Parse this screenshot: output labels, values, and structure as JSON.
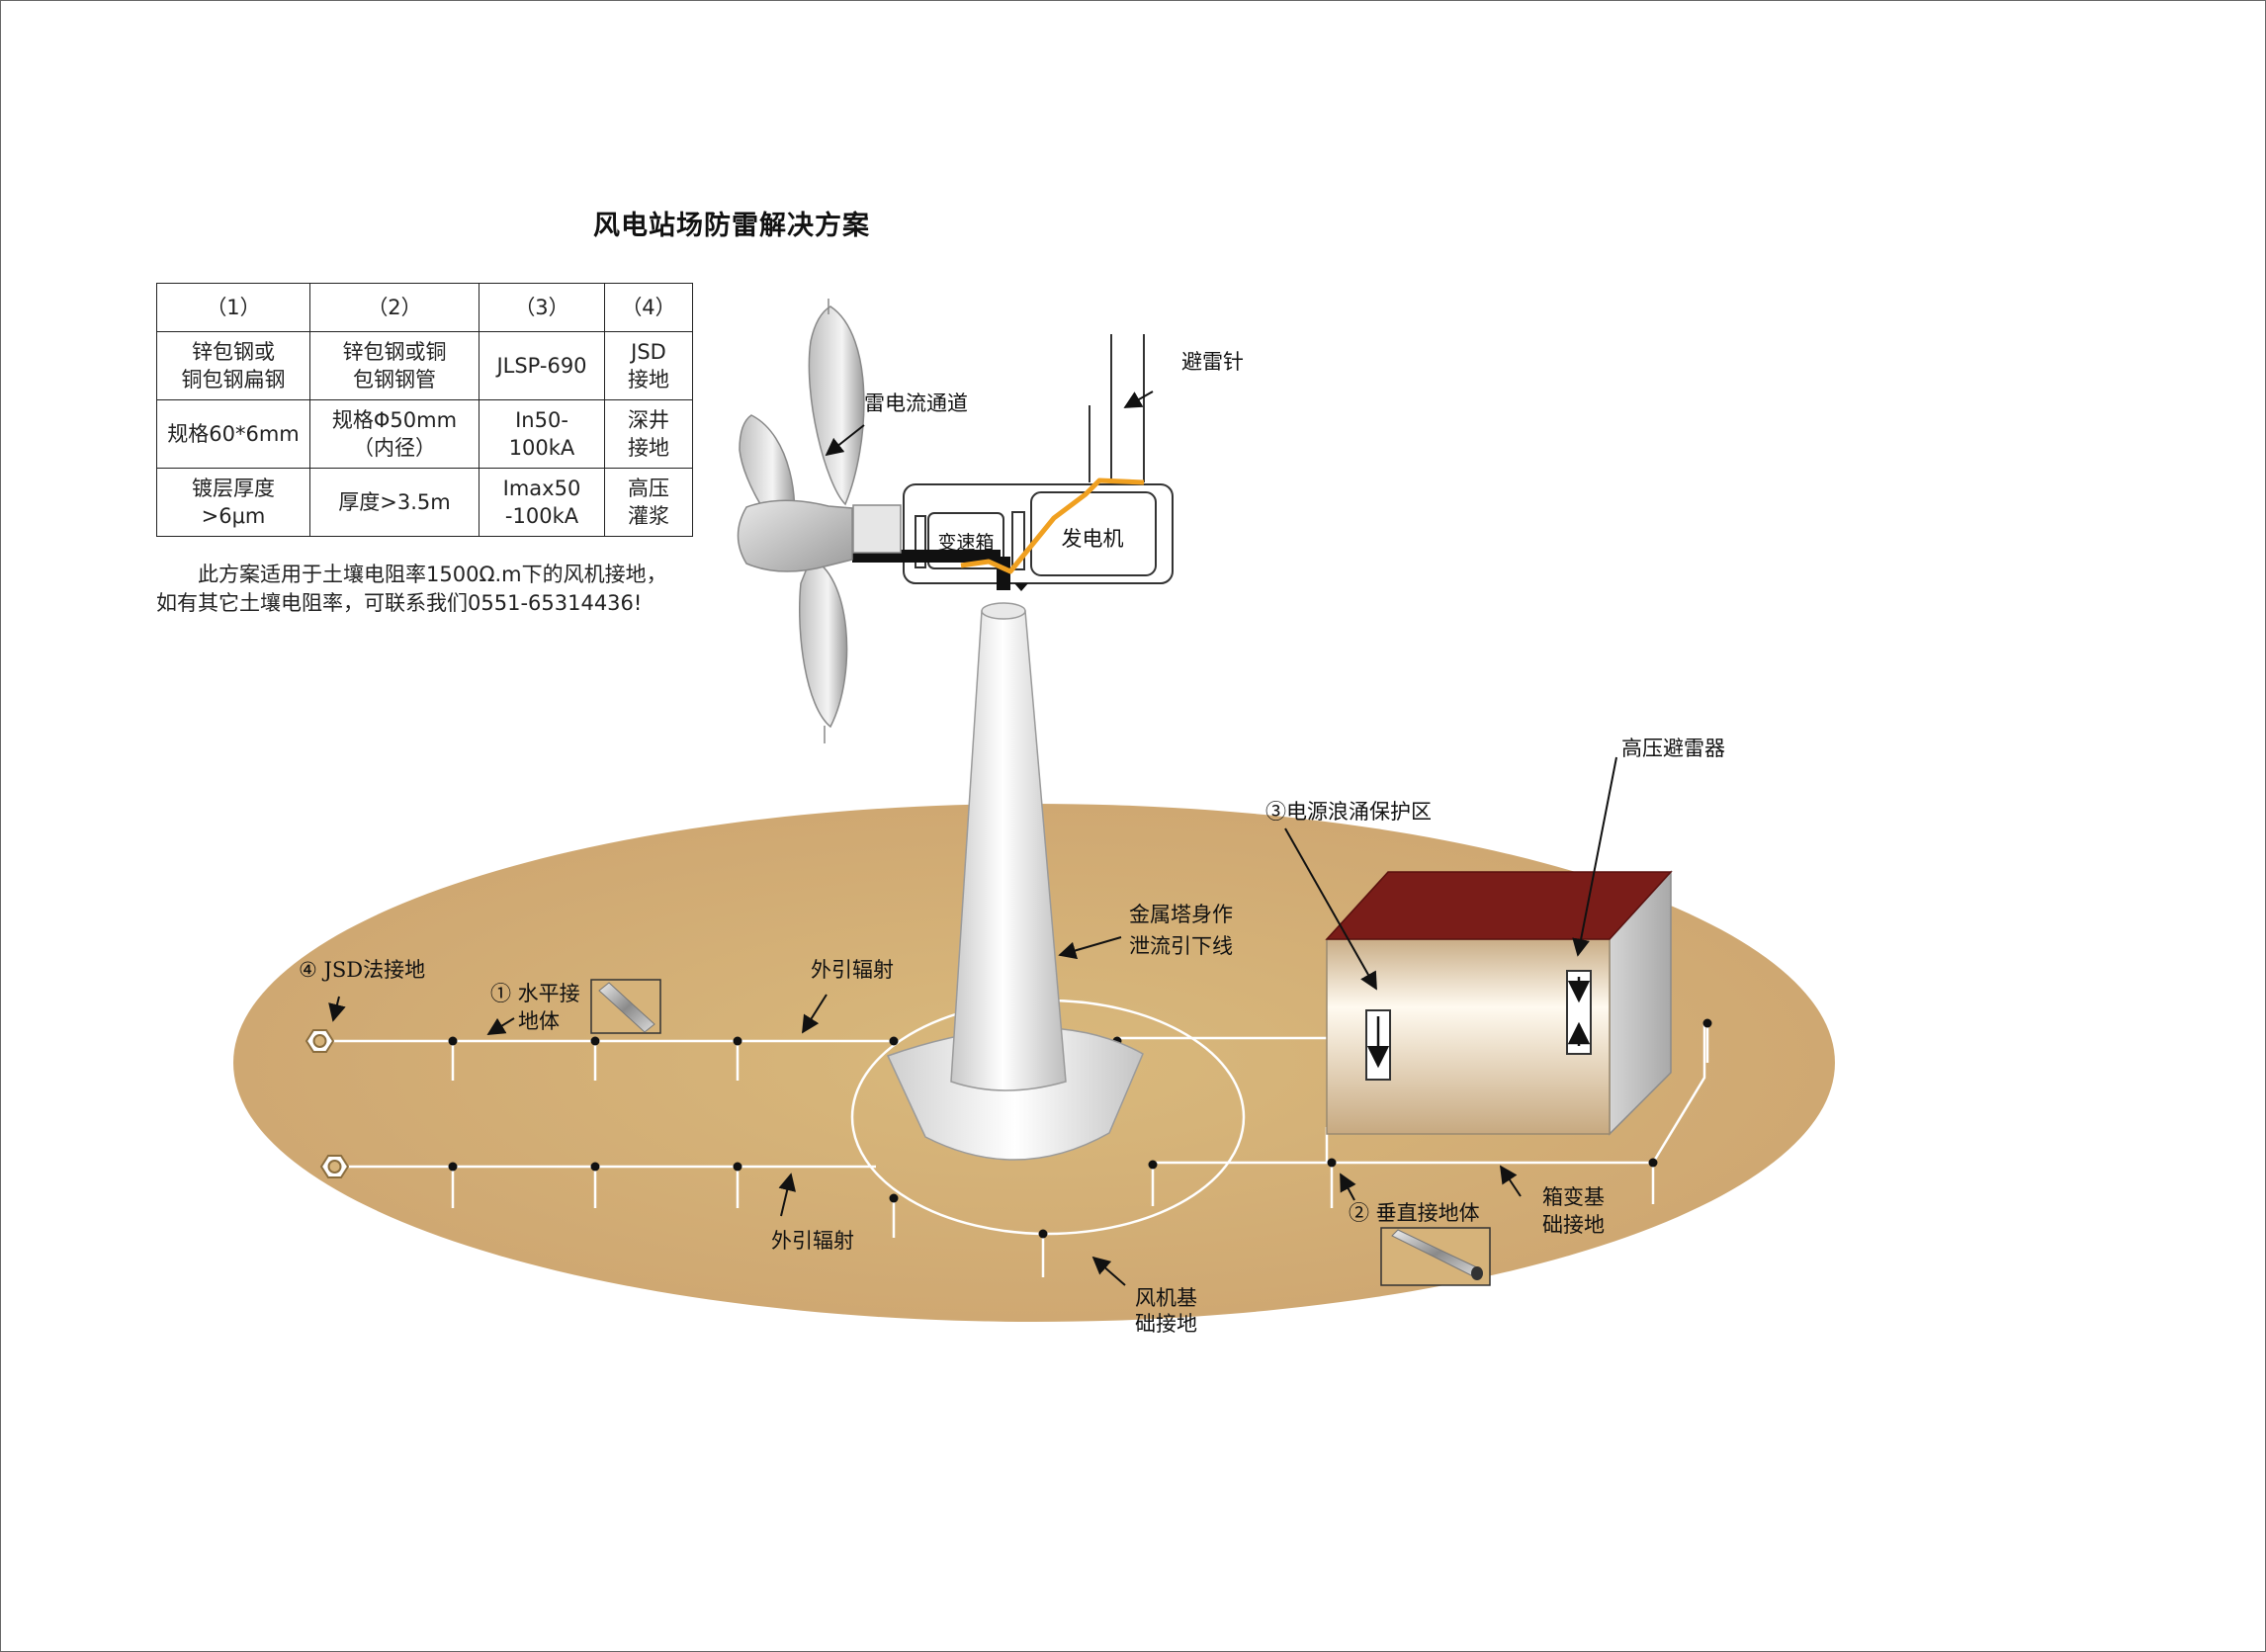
{
  "title": "风电站场防雷解决方案",
  "table": {
    "headers": [
      "（1）",
      "（2）",
      "（3）",
      "（4）"
    ],
    "rows": [
      [
        [
          "锌包钢或",
          "铜包钢扁钢"
        ],
        [
          "锌包钢或铜",
          "包钢钢管"
        ],
        [
          "JLSP-690"
        ],
        [
          "JSD",
          "接地"
        ]
      ],
      [
        [
          "规格60*6mm"
        ],
        [
          "规格Φ50mm",
          "（内径）"
        ],
        [
          "In50-100kA"
        ],
        [
          "深井",
          "接地"
        ]
      ],
      [
        [
          "镀层厚度",
          ">6μm"
        ],
        [
          "厚度>3.5m"
        ],
        [
          "Imax50",
          "-100kA"
        ],
        [
          "高压",
          "灌浆"
        ]
      ]
    ]
  },
  "note": "此方案适用于土壤电阻率1500Ω.m下的风机接地，如有其它土壤电阻率，可联系我们0551-65314436!",
  "labels": {
    "lightning_rod": "避雷针",
    "lightning_path": "雷电流通道",
    "gearbox": "变速箱",
    "generator": "发电机",
    "hv_arrester": "高压避雷器",
    "power_surge_zone": "③电源浪涌保护区",
    "tower_downlead_1": "金属塔身作",
    "tower_downlead_2": "泄流引下线",
    "jsd_grounding": "④ JSD法接地",
    "horizontal_1": "① 水平接",
    "horizontal_2": "地体",
    "radiation_top": "外引辐射",
    "radiation_bottom": "外引辐射",
    "vertical": "② 垂直接地体",
    "box_foundation_1": "箱变基",
    "box_foundation_2": "础接地",
    "fan_foundation_1": "风机基",
    "fan_foundation_2": "础接地"
  },
  "colors": {
    "ground": "#d6b37a",
    "roof": "#7a1c18",
    "lightning_channel": "#f0a020",
    "conductor": "#ffffff",
    "nacelle_link": "#000000"
  }
}
